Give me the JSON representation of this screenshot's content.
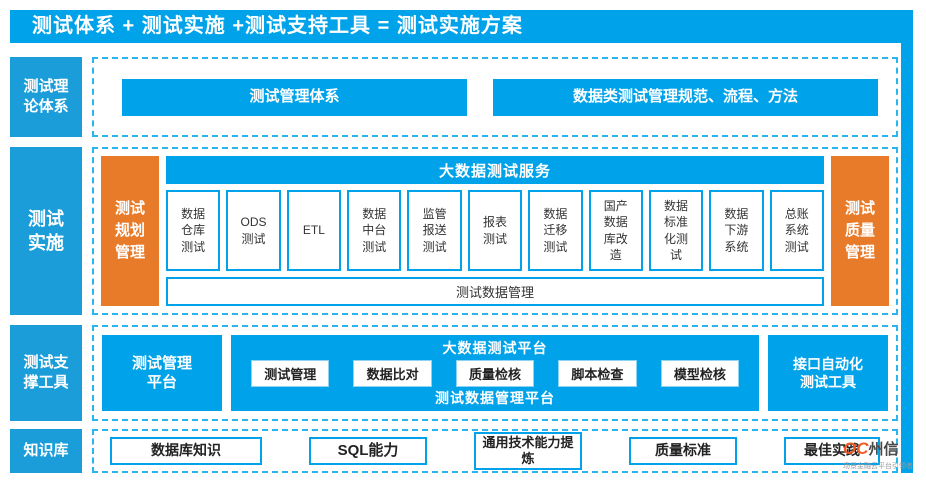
{
  "header": {
    "title": "测试体系 + 测试实施 +测试支持工具 = 测试实施方案"
  },
  "rows": {
    "theory": {
      "label": "测试理论体系",
      "boxes": [
        "测试管理体系",
        "数据类测试管理规范、流程、方法"
      ]
    },
    "implementation": {
      "label": "测试实施",
      "left_panel": "测试规划管理",
      "right_panel": "测试质量管理",
      "service_header": "大数据测试服务",
      "services": [
        "数据仓库测试",
        "ODS测试",
        "ETL",
        "数据中台测试",
        "监管报送测试",
        "报表测试",
        "数据迁移测试",
        "国产数据库改造",
        "数据标准化测试",
        "数据下游系统",
        "总账系统测试"
      ],
      "data_mgmt": "测试数据管理"
    },
    "tools": {
      "label": "测试支撑工具",
      "left_box": "测试管理平台",
      "platform_header": "大数据测试平台",
      "tools": [
        "测试管理",
        "数据比对",
        "质量检核",
        "脚本检查",
        "模型检核"
      ],
      "platform_footer": "测试数据管理平台",
      "right_box": "接口自动化测试工具"
    },
    "knowledge": {
      "label": "知识库",
      "items": [
        "数据库知识",
        "SQL能力",
        "通用技术能力提炼",
        "质量标准",
        "最佳实践"
      ]
    }
  },
  "logo": {
    "orange": "OC",
    "dark": "州信",
    "tagline": "场景金融云平台引领者"
  },
  "colors": {
    "cyan": "#00a2e9",
    "label_blue": "#1a9dd9",
    "orange": "#e87b2a",
    "dashed_border": "#29b6f0"
  }
}
